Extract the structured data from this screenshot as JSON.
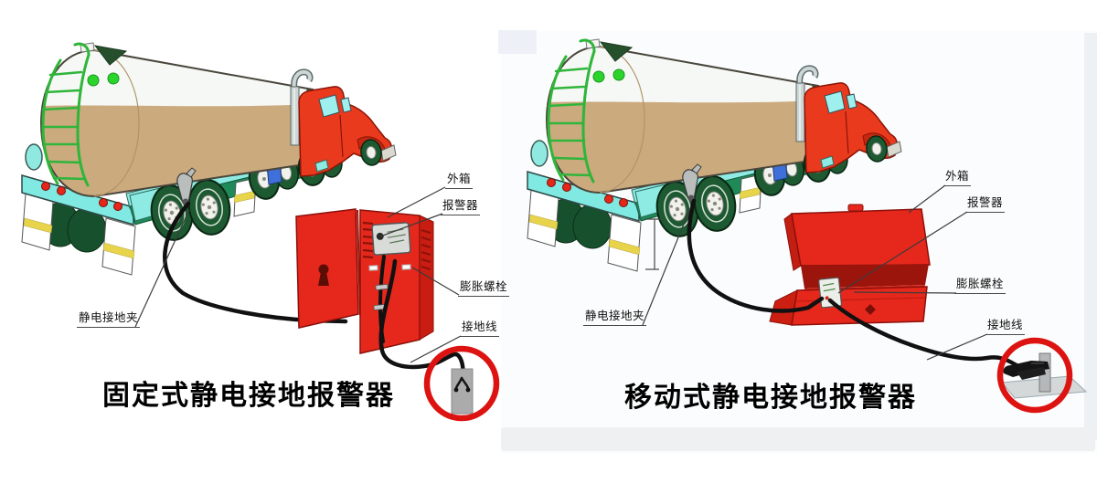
{
  "page": {
    "background": "#ffffff"
  },
  "panels": [
    {
      "id": "fixed",
      "title": "固定式静电接地报警器",
      "labels": {
        "outer_box": "外箱",
        "alarm": "报警器",
        "expansion_bolt": "膨胀螺栓",
        "ground_wire": "接地线",
        "static_ground_clamp": "静电接地夹"
      }
    },
    {
      "id": "mobile",
      "title": "移动式静电接地报警器",
      "labels": {
        "outer_box": "外箱",
        "alarm": "报警器",
        "expansion_bolt": "膨胀螺栓",
        "ground_wire": "接地线",
        "static_ground_clamp": "静电接地夹"
      }
    }
  ],
  "colors": {
    "equipment_red": "#e6281c",
    "highlight_circle_red": "#dc1310",
    "tank_tan": "#cbaa7e",
    "wheel_green": "#1d5a32",
    "ladder_green": "#2fb53a",
    "chassis_cyan": "#7fe9e2",
    "cable_black": "#111111",
    "cab_red": "#ea3a1d"
  }
}
